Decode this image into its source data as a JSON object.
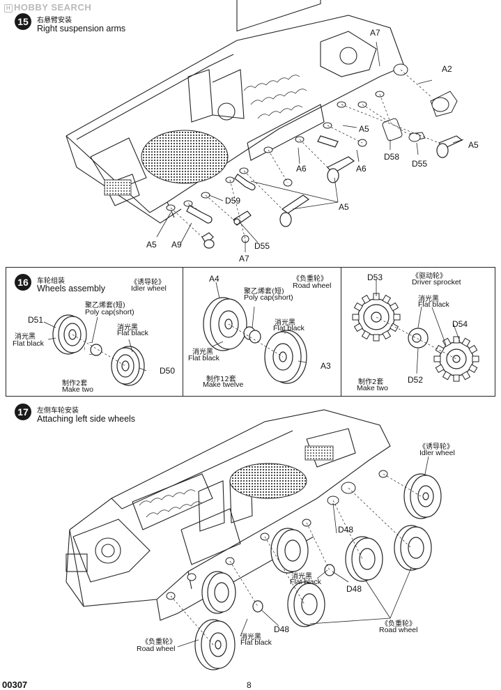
{
  "watermark": "HOBBY SEARCH",
  "step15": {
    "number": "15",
    "title_zh": "右悬臂安装",
    "title_en": "Right suspension arms",
    "labels": [
      "A7",
      "A2",
      "A5",
      "A5",
      "A6",
      "A6",
      "D58",
      "D55",
      "A5",
      "A5",
      "D59",
      "D55",
      "A5",
      "A9",
      "A7"
    ]
  },
  "step16": {
    "number": "16",
    "title_zh": "车轮组装",
    "title_en": "Wheels assembly",
    "idler": {
      "name_zh": "《诱导轮》",
      "name_en": "Idler wheel",
      "part_a": "D51",
      "paint_zh_1": "消光黑",
      "paint_en_1": "Flat black",
      "cap_zh": "聚乙烯套(短)",
      "cap_en": "Poly cap(short)",
      "paint_zh_2": "消光黑",
      "paint_en_2": "Flat black",
      "part_b": "D50",
      "make_zh": "制作2套",
      "make_en": "Make two"
    },
    "road": {
      "part_a": "A4",
      "name_zh": "《负重轮》",
      "name_en": "Road wheel",
      "cap_zh": "聚乙烯套(短)",
      "cap_en": "Poly cap(short)",
      "paint_zh_1": "消光黑",
      "paint_en_1": "Flat black",
      "paint_zh_2": "消光黑",
      "paint_en_2": "Flat black",
      "part_b": "A3",
      "make_zh": "制作12套",
      "make_en": "Make twelve"
    },
    "sprocket": {
      "part_a": "D53",
      "name_zh": "《驱动轮》",
      "name_en": "Driver sprocket",
      "paint_zh": "消光黑",
      "paint_en": "Flat black",
      "part_b": "D54",
      "part_c": "D52",
      "make_zh": "制作2套",
      "make_en": "Make two"
    }
  },
  "step17": {
    "number": "17",
    "title_zh": "左侧车轮安装",
    "title_en": "Attaching left side wheels",
    "idler_zh": "《诱导轮》",
    "idler_en": "Idler wheel",
    "d48_a": "D48",
    "paint_zh_1": "消光黑",
    "paint_en_1": "Flat black",
    "d48_b": "D48",
    "road_zh_1": "《负重轮》",
    "road_en_1": "Road wheel",
    "road_zh_2": "《负重轮》",
    "road_en_2": "Road wheel",
    "paint_zh_2": "消光黑",
    "paint_en_2": "Flat black",
    "d48_c": "D48"
  },
  "footer": {
    "code": "00307",
    "page": "8"
  }
}
